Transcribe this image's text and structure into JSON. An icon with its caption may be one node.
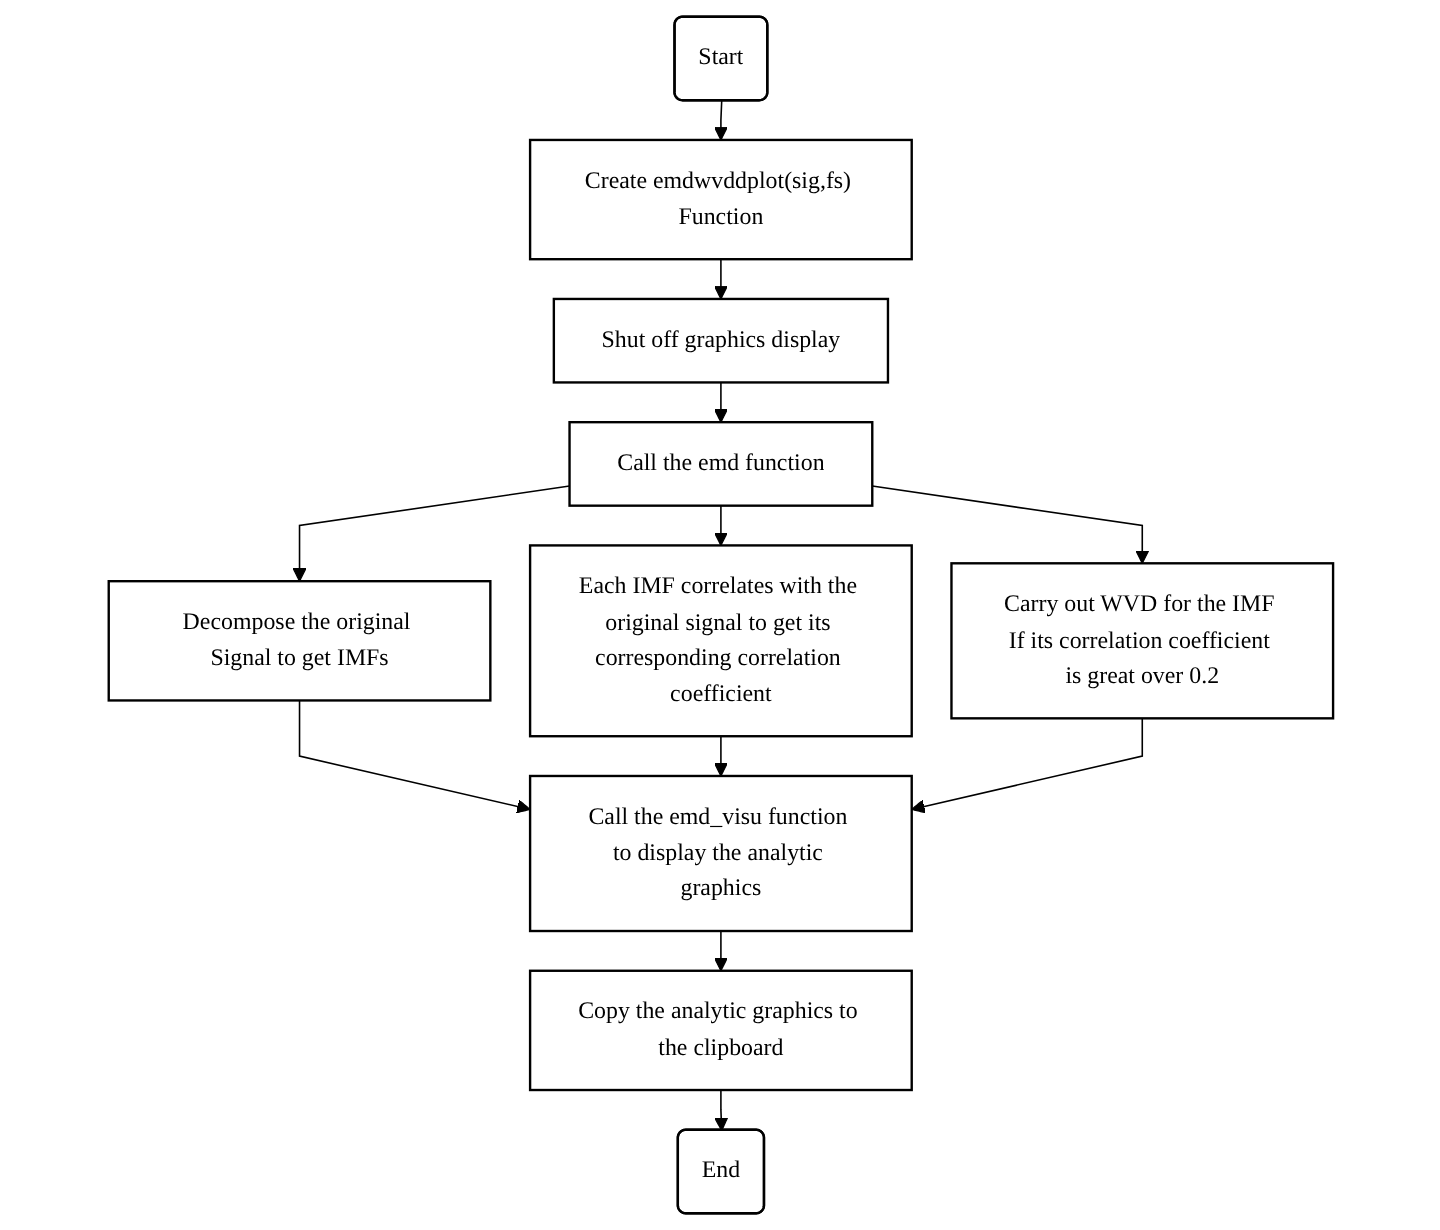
{
  "diagram": {
    "nodes": [
      {
        "text": [
          "Start"
        ]
      },
      {
        "text": [
          "Create emdwvddplot(sig,fs) Function"
        ]
      },
      {
        "text": [
          "Shut off graphics display"
        ]
      },
      {
        "text": [
          "Call the emd function"
        ]
      },
      {
        "text": [
          "Decompose the original Signal to get IMFs"
        ]
      },
      {
        "text": [
          "Each IMF correlates with the original signal to get its corresponding correlation coefficient"
        ]
      },
      {
        "text": [
          "Carry out WVD for the IMF If its correlation coefficient is great over 0.2"
        ]
      },
      {
        "text": [
          "Call the emd_visu function to display the analytic graphics"
        ]
      },
      {
        "text": [
          "Copy the analytic graphics to the clipboard"
        ]
      },
      {
        "text": [
          "End"
        ]
      }
    ],
    "edges": [
      {
        "from": 0,
        "to": 1,
        "arrow": "to"
      },
      {
        "from": 1,
        "to": 2,
        "arrow": "to"
      },
      {
        "from": 2,
        "to": 3,
        "arrow": "to"
      },
      {
        "from": 3,
        "to": 4,
        "arrow": "to"
      },
      {
        "from": 3,
        "to": 5,
        "arrow": "to"
      },
      {
        "from": 3,
        "to": 6,
        "arrow": "to"
      },
      {
        "from": 4,
        "to": 7,
        "arrow": "to"
      },
      {
        "from": 5,
        "to": 7,
        "arrow": "to"
      },
      {
        "from": 6,
        "to": 7,
        "arrow": "to"
      },
      {
        "from": 7,
        "to": 8,
        "arrow": "to"
      },
      {
        "from": 8,
        "to": 9,
        "arrow": "to"
      }
    ]
  }
}
